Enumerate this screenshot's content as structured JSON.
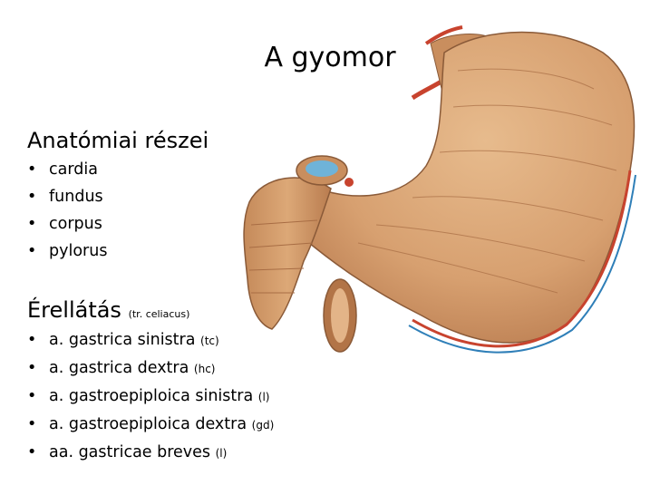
{
  "slide": {
    "title": "A gyomor",
    "parts": {
      "heading": "Anatómiai részei",
      "items": [
        "cardia",
        "fundus",
        "corpus",
        "pylorus"
      ]
    },
    "blood_supply": {
      "heading": "Érellátás",
      "note": "(tr. celiacus)",
      "items": [
        {
          "name": "a. gastrica sinistra",
          "abbr": "(tc)"
        },
        {
          "name": "a. gastrica dextra",
          "abbr": "(hc)"
        },
        {
          "name": "a. gastroepiploica sinistra",
          "abbr": "(l)"
        },
        {
          "name": "a. gastroepiploica dextra",
          "abbr": "(gd)"
        },
        {
          "name": "aa. gastricae breves",
          "abbr": "(l)"
        }
      ]
    },
    "bullet": "•",
    "colors": {
      "stomach": "#d7a070",
      "stomach_shadow": "#b87a4e",
      "artery": "#c8432e",
      "vein": "#2f7fb8"
    }
  }
}
